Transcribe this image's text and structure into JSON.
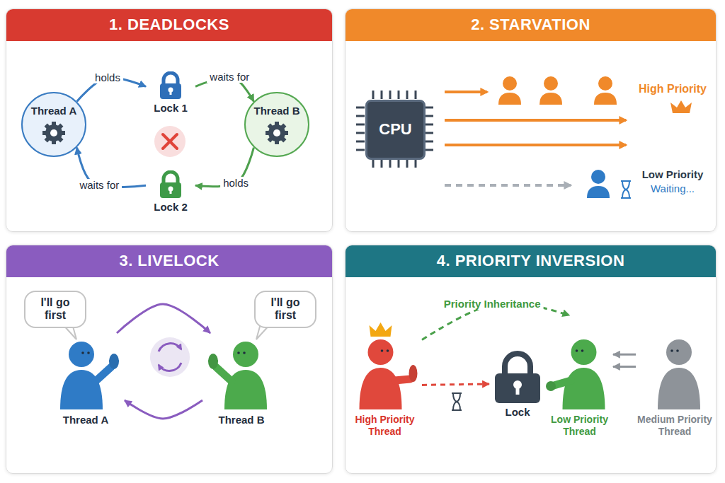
{
  "diagram": {
    "nodes": [
      {
        "text": [
          "1. DEADLOCKS"
        ]
      },
      {
        "text": [
          "Thread A"
        ],
        "in": 0
      },
      {
        "text": [
          "Lock 1"
        ],
        "in": 0
      },
      {
        "text": [
          "Thread B"
        ],
        "in": 0
      },
      {
        "text": [
          "Lock 2"
        ],
        "in": 0
      },
      {
        "text": [
          "2. STARVATION"
        ]
      },
      {
        "text": [
          "CPU"
        ],
        "in": 5
      },
      {
        "text": [
          "3. LIVELOCK"
        ]
      },
      {
        "text": [
          "I'll go first"
        ],
        "in": 7
      },
      {
        "text": [
          "I'll go first"
        ],
        "in": 7
      },
      {
        "text": [
          "Thread A"
        ],
        "in": 7
      },
      {
        "text": [
          "Thread B"
        ],
        "in": 7
      },
      {
        "text": [
          "4. PRIORITY INVERSION"
        ]
      },
      {
        "text": [
          "High Priority Thread"
        ],
        "in": 12
      },
      {
        "text": [
          "Lock"
        ],
        "in": 12
      },
      {
        "text": [
          "Low Priority Thread"
        ],
        "in": 12
      },
      {
        "text": [
          "Medium Priority Thread"
        ],
        "in": 12
      }
    ],
    "edges": [
      {
        "from": 1,
        "to": 2,
        "label": "holds",
        "arrow": "to"
      },
      {
        "from": 2,
        "to": 3,
        "label": "waits for",
        "arrow": "to"
      },
      {
        "from": 3,
        "to": 4,
        "label": "holds",
        "arrow": "to"
      },
      {
        "from": 4,
        "to": 1,
        "label": "waits for",
        "arrow": "to"
      },
      {
        "from": 10,
        "to": 11,
        "arrow": "to"
      },
      {
        "from": 11,
        "to": 10,
        "arrow": "to"
      },
      {
        "from": 13,
        "to": 15,
        "label": "Priority Inheritance",
        "arrow": "to"
      },
      {
        "from": 13,
        "to": 14,
        "arrow": "to"
      },
      {
        "from": 16,
        "to": 15,
        "arrow": "to"
      },
      {
        "from": 16,
        "to": 15,
        "arrow": "to"
      }
    ],
    "labels": [
      "High Priority",
      "Low Priority",
      "Waiting..."
    ]
  }
}
